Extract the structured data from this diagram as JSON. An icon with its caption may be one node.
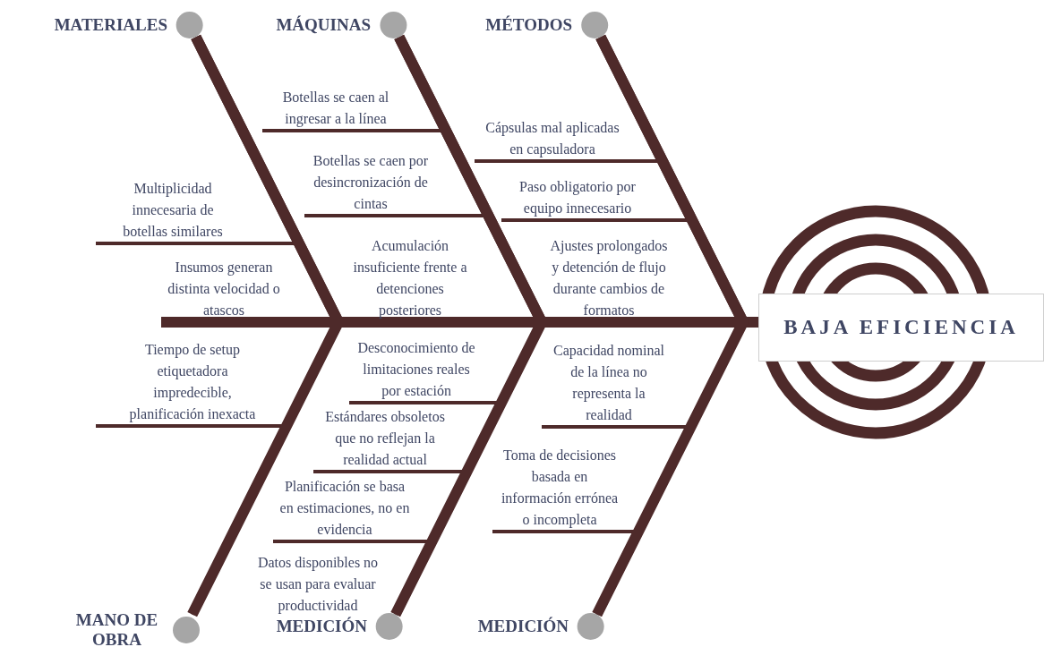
{
  "diagram": {
    "nodes": [
      {
        "text": [
          "MATERIALES"
        ]
      },
      {
        "text": [
          "MÁQUINAS"
        ]
      },
      {
        "text": [
          "MÉTODOS"
        ]
      },
      {
        "text": [
          "Botellas se caen al ingresar a la línea"
        ]
      },
      {
        "text": [
          "Cápsulas mal aplicadas en capsuladora"
        ]
      },
      {
        "text": [
          "Botellas se caen por desincronización de cintas"
        ]
      },
      {
        "text": [
          "Multiplicidad innecesaria de botellas similares"
        ]
      },
      {
        "text": [
          "Paso obligatorio por equipo innecesario"
        ]
      },
      {
        "text": [
          "Ajustes prolongados y detención de flujo durante cambios de formatos"
        ]
      },
      {
        "text": [
          "Acumulación insuficiente frente a detenciones posteriores"
        ]
      },
      {
        "text": [
          "Insumos generan distinta velocidad o atascos"
        ]
      },
      {
        "text": [
          "BAJA EFICIENCIA"
        ]
      },
      {
        "text": [
          "Tiempo de setup etiquetadora impredecible, planificación inexacta"
        ]
      },
      {
        "text": [
          "Desconocimiento de limitaciones reales por estación"
        ]
      },
      {
        "text": [
          "Capacidad nominal de la línea no representa la realidad"
        ]
      },
      {
        "text": [
          "Estándares obsoletos que no reflejan la realidad actual"
        ]
      },
      {
        "text": [
          "Toma de decisiones basada en información errónea o incompleta"
        ]
      },
      {
        "text": [
          "Planificación se basa en estimaciones, no en evidencia"
        ]
      },
      {
        "text": [
          "Datos disponibles no se usan para evaluar productividad"
        ]
      },
      {
        "text": [
          "MANO DE OBRA"
        ]
      },
      {
        "text": [
          "MEDICIÓN"
        ]
      },
      {
        "text": [
          "MEDICIÓN"
        ]
      }
    ],
    "edges": [
      {
        "from": 0,
        "to": 11,
        "arrow": "none",
        "style": "thick"
      },
      {
        "from": 1,
        "to": 11,
        "arrow": "none",
        "style": "thick"
      },
      {
        "from": 2,
        "to": 11,
        "arrow": "none",
        "style": "thick"
      },
      {
        "from": 19,
        "to": 11,
        "arrow": "none",
        "style": "thick"
      },
      {
        "from": 20,
        "to": 11,
        "arrow": "none",
        "style": "thick"
      },
      {
        "from": 21,
        "to": 11,
        "arrow": "none",
        "style": "thick"
      },
      {
        "from": 6,
        "to": 0,
        "arrow": "none"
      },
      {
        "from": 10,
        "to": 0,
        "arrow": "none",
        "style": "thick"
      },
      {
        "from": 3,
        "to": 1,
        "arrow": "none"
      },
      {
        "from": 5,
        "to": 1,
        "arrow": "none"
      },
      {
        "from": 9,
        "to": 1,
        "arrow": "none",
        "style": "thick"
      },
      {
        "from": 4,
        "to": 2,
        "arrow": "none"
      },
      {
        "from": 7,
        "to": 2,
        "arrow": "none"
      },
      {
        "from": 8,
        "to": 2,
        "arrow": "none",
        "style": "thick"
      },
      {
        "from": 12,
        "to": 19,
        "arrow": "none"
      },
      {
        "from": 13,
        "to": 20,
        "arrow": "none"
      },
      {
        "from": 15,
        "to": 20,
        "arrow": "none"
      },
      {
        "from": 17,
        "to": 20,
        "arrow": "none"
      },
      {
        "from": 14,
        "to": 21,
        "arrow": "none"
      },
      {
        "from": 16,
        "to": 21,
        "arrow": "none"
      }
    ]
  }
}
